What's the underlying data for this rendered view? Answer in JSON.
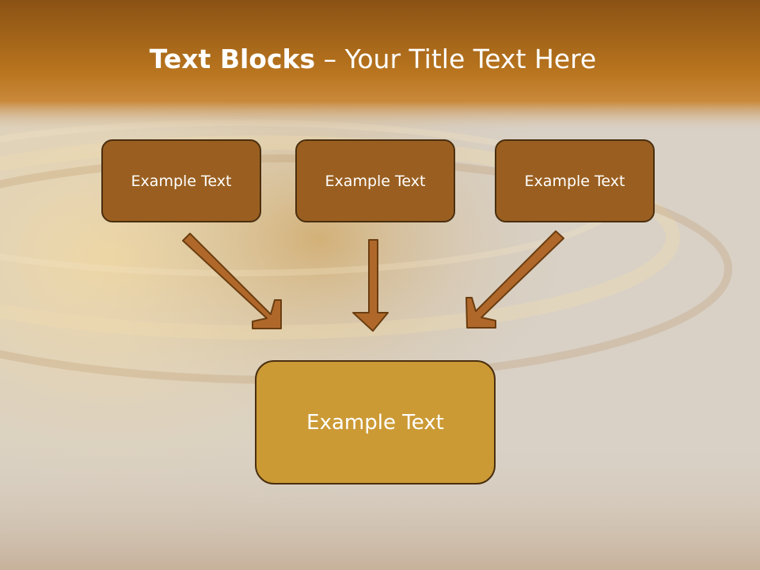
{
  "slide": {
    "title_bold": "Text Blocks",
    "title_rest": " – Your Title Text Here"
  },
  "diagram": {
    "top_boxes": [
      "Example Text",
      "Example Text",
      "Example Text"
    ],
    "bottom_box": "Example Text"
  },
  "colors": {
    "header_band": "#a8651c",
    "top_box_fill": "#9a5f20",
    "bottom_box_fill": "#cc9a35",
    "box_border": "#4a2f10",
    "arrow_fill": "#b0682a"
  }
}
